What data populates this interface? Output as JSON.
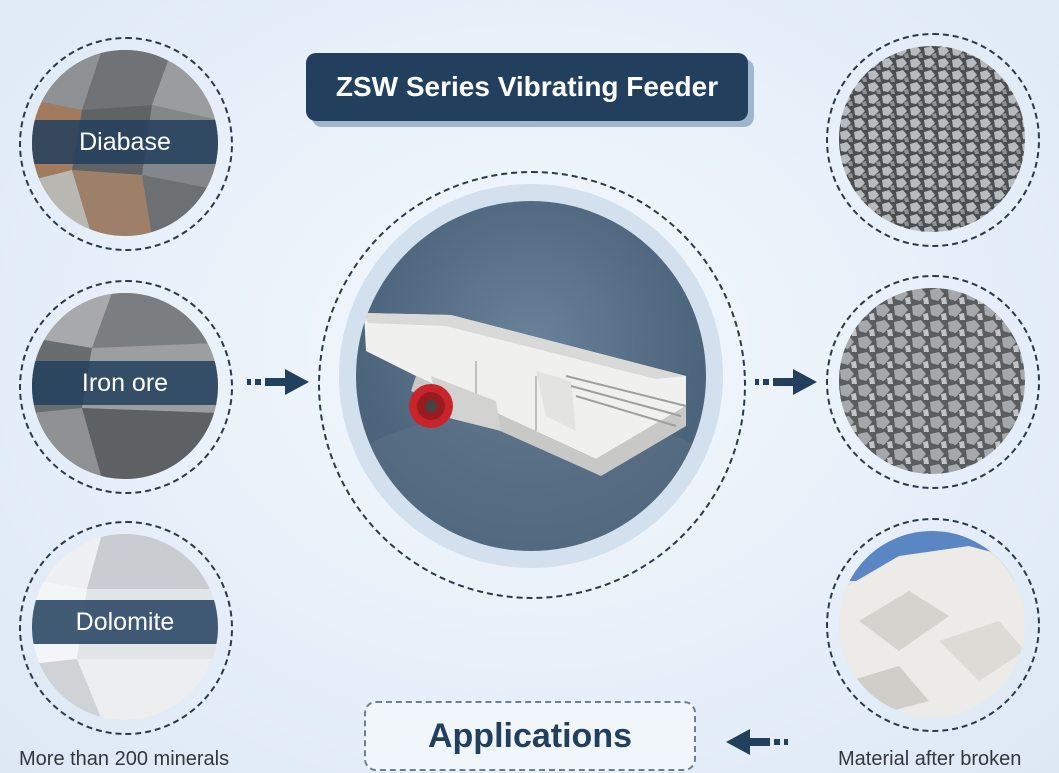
{
  "title": "ZSW Series Vibrating Feeder",
  "materials": [
    {
      "label": "Diabase"
    },
    {
      "label": "Iron ore"
    },
    {
      "label": "Dolomite"
    }
  ],
  "applications_label": "Applications",
  "caption_left": "More than 200 minerals",
  "caption_right": "Material after broken",
  "colors": {
    "navy": "#22405e",
    "shadow": "#9fb6cc",
    "background": "#e6eff9",
    "machine_red": "#c8252b"
  },
  "icons": [
    "arrow-right-icon",
    "arrow-left-icon"
  ]
}
